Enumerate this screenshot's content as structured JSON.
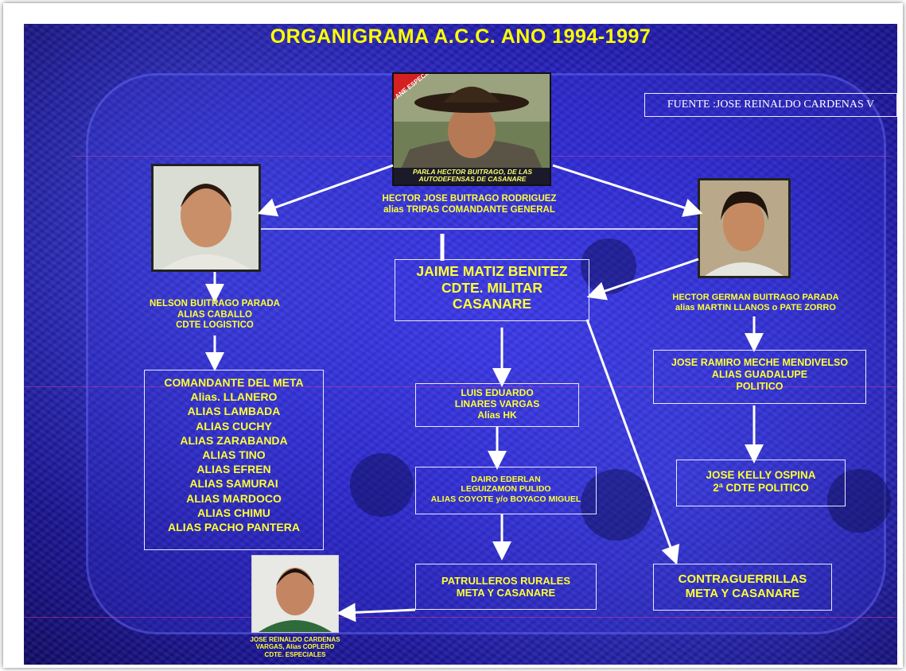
{
  "title": "ORGANIGRAMA A.C.C. ANO 1994-1997",
  "source": "FUENTE :JOSE REINALDO CARDENAS V",
  "photo_caption_top": "PARLA HECTOR BUITRAGO, DE LAS AUTODEFENSAS DE CASANARE",
  "photo_banner_top": "ANE ESPECIAL",
  "nodes": {
    "commander": [
      "HECTOR JOSE BUITRAGO RODRIGUEZ",
      "alias TRIPAS COMANDANTE GENERAL"
    ],
    "military": [
      "JAIME MATIZ BENITEZ",
      "CDTE. MILITAR",
      "CASANARE"
    ],
    "nelson": [
      "NELSON BUITRAGO PARADA",
      "ALIAS CABALLO",
      "CDTE LOGISTICO"
    ],
    "german": [
      "HECTOR GERMAN BUITRAGO PARADA",
      "alias MARTIN LLANOS o PATE ZORRO"
    ],
    "meta": [
      "COMANDANTE DEL META",
      "Alias. LLANERO",
      "ALIAS LAMBADA",
      "ALIAS CUCHY",
      "ALIAS ZARABANDA",
      "ALIAS TINO",
      "ALIAS EFREN",
      "ALIAS SAMURAI",
      "ALIAS MARDOCO",
      "ALIAS CHIMU",
      "ALIAS PACHO PANTERA"
    ],
    "linares": [
      "LUIS EDUARDO",
      "LINARES VARGAS",
      "Alias HK"
    ],
    "dairo": [
      "DAIRO EDERLAN",
      "LEGUIZAMON PULIDO",
      "ALIAS COYOTE y/o BOYACO MIGUEL"
    ],
    "patrulleros": [
      "PATRULLEROS RURALES",
      "META Y CASANARE"
    ],
    "ramiro": [
      "JOSE RAMIRO MECHE MENDIVELSO",
      "ALIAS GUADALUPE",
      "POLITICO"
    ],
    "kelly": [
      "JOSE KELLY OSPINA",
      "2ª CDTE POLITICO"
    ],
    "contra": [
      "CONTRAGUERRILLAS",
      "META Y CASANARE"
    ],
    "reinaldo": [
      "JOSE REINALDO CARDENAS",
      "VARGAS, Alias COPLERO",
      "CDTE. ESPECIALES"
    ]
  },
  "colors": {
    "text_yellow": "#ffff33",
    "title_yellow": "#ffff00",
    "background_blue": "#2a24c8",
    "line_white": "#ffffff"
  }
}
